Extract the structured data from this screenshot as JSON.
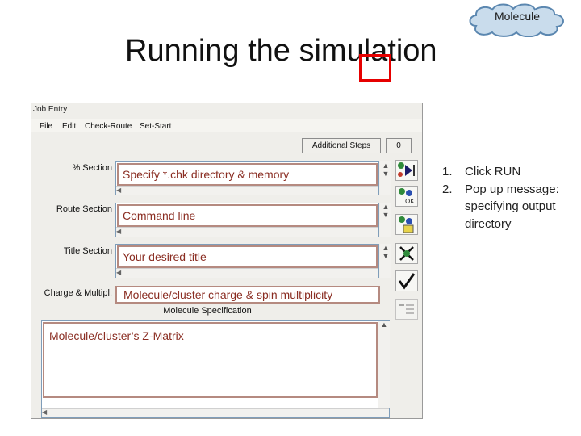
{
  "badge": {
    "label": "Molecule"
  },
  "slide": {
    "title": "Running the simulation"
  },
  "window": {
    "title": "Job Entry",
    "menu": [
      "File",
      "Edit",
      "Check-Route",
      "Set-Start"
    ],
    "additional_steps_label": "Additional Steps",
    "step_counter": "0",
    "sections": {
      "percent": {
        "label": "% Section",
        "annotation": "Specify *.chk directory & memory"
      },
      "route": {
        "label": "Route Section",
        "annotation": "Command line"
      },
      "title": {
        "label": "Title Section",
        "annotation": "Your desired title"
      },
      "charge": {
        "label": "Charge & Multipl.",
        "annotation": "Molecule/cluster charge & spin multiplicity"
      },
      "molecule": {
        "label": "Molecule Specification",
        "annotation": "Molecule/cluster’s Z-Matrix"
      }
    },
    "toolbar_icons": [
      "run-icon",
      "ok-icon",
      "edit-icon",
      "cancel-icon",
      "check-icon",
      "list-icon"
    ]
  },
  "instructions": [
    {
      "num": "1.",
      "text": "Click RUN"
    },
    {
      "num": "2.",
      "text": "Pop up message: specifying output directory"
    }
  ],
  "colors": {
    "highlight_red": "#e60000",
    "annotation_text": "#8a2d22"
  }
}
